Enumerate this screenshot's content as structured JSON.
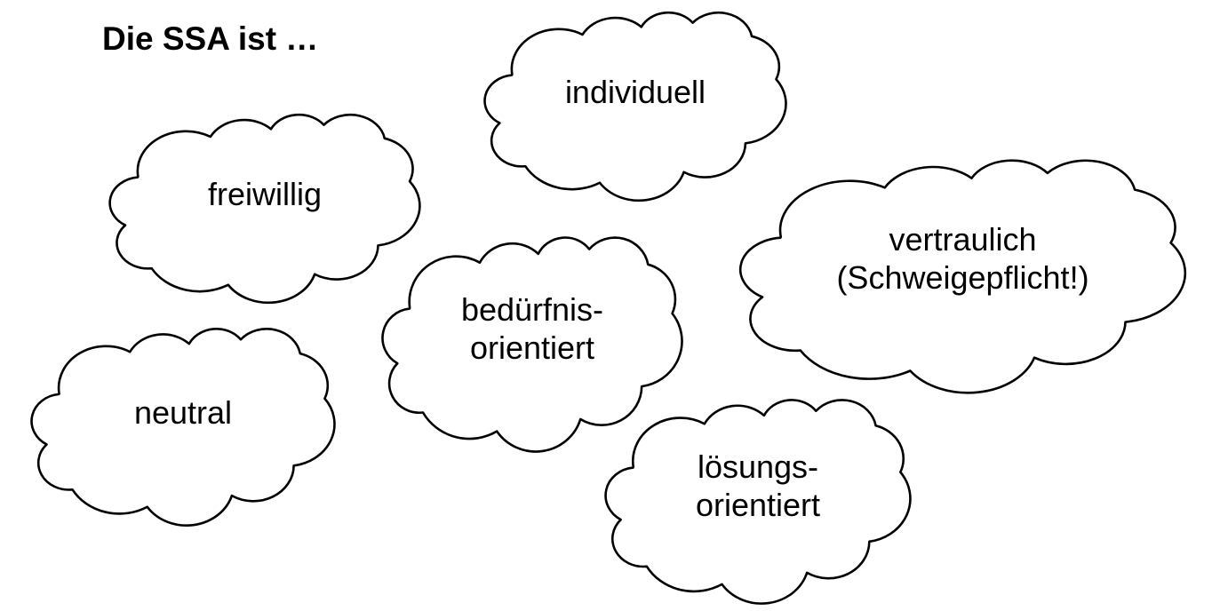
{
  "title": "Die SSA ist …",
  "clouds": [
    {
      "name": "freiwillig",
      "lines": [
        "freiwillig"
      ]
    },
    {
      "name": "individuell",
      "lines": [
        "individuell"
      ]
    },
    {
      "name": "vertraulich",
      "lines": [
        "vertraulich",
        "(Schweigepflicht!)"
      ]
    },
    {
      "name": "beduerfnisorientiert",
      "lines": [
        "bedürfnis-",
        "orientiert"
      ]
    },
    {
      "name": "neutral",
      "lines": [
        "neutral"
      ]
    },
    {
      "name": "loesungsorientiert",
      "lines": [
        "lösungs-",
        "orientiert"
      ]
    }
  ],
  "colors": {
    "background": "#ffffff",
    "outline": "#000000",
    "text": "#000000"
  }
}
